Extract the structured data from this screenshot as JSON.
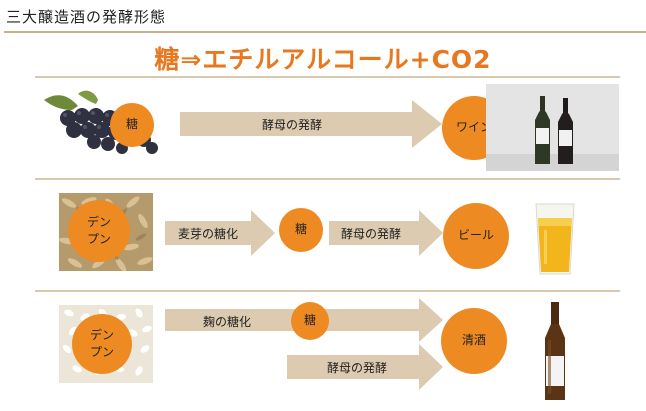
{
  "title": "三大醸造酒の発酵形態",
  "headline": "糖⇒エチルアルコール+CO2",
  "rows": [
    {
      "input": "糖",
      "arrow_label": "酵母の発酵",
      "product": "ワイン"
    },
    {
      "input": "デン\nプン",
      "step1_label": "麦芽の糖化",
      "mid": "糖",
      "step2_label": "酵母の発酵",
      "product": "ビール"
    },
    {
      "input": "デン\nプン",
      "step1_label": "麹の糖化",
      "mid": "糖",
      "step2_label": "酵母の発酵",
      "product": "清酒"
    }
  ],
  "colors": {
    "accent": "#e8781f",
    "circle": "#ee8a22",
    "arrow": "#dccbb0",
    "divider": "#d9c8ad"
  }
}
